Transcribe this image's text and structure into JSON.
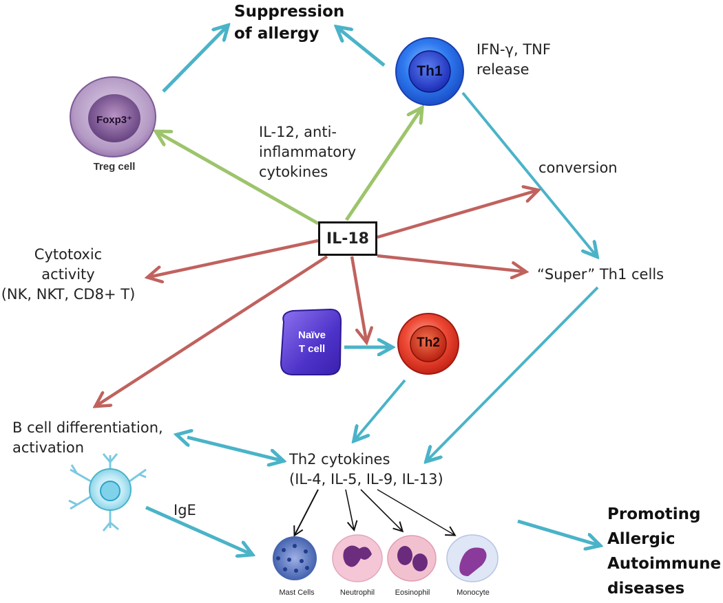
{
  "title": {
    "line1": "Suppression",
    "line2": "of allergy"
  },
  "center_node": "IL-18",
  "cells": {
    "treg": {
      "inner": "Foxp3⁺",
      "caption": "Treg cell"
    },
    "th1": {
      "label": "Th1"
    },
    "th2": {
      "label": "Th2"
    },
    "naive": {
      "line1": "Naïve",
      "line2": "T cell"
    }
  },
  "labels": {
    "th1_release": "IFN-γ, TNF\nrelease",
    "il12": "IL-12, anti-\ninflammatory\ncytokines",
    "conversion": "conversion",
    "cytotoxic": "Cytotoxic\nactivity\n(NK, NKT, CD8+ T)",
    "super_th1": "“Super” Th1 cells",
    "b_cell": "B cell differentiation,\nactivation",
    "th2_cytokines": "Th2 cytokines\n(IL-4, IL-5, IL-9, IL-13)",
    "ige": "IgE",
    "promoting": "Promoting\nAllergic\nAutoimmune\ndiseases"
  },
  "effector_cells": [
    "Mast Cells",
    "Neutrophil",
    "Eosinophil",
    "Monocyte"
  ],
  "colors": {
    "teal_arrow": "#4ab3c8",
    "green_arrow": "#9dc46b",
    "red_arrow": "#c0625e",
    "th1_blue": "#1f5fe0",
    "th2_red": "#e23b2b",
    "naive_purple": "#5a3fd0",
    "treg_purple": "#8f6aa8"
  }
}
